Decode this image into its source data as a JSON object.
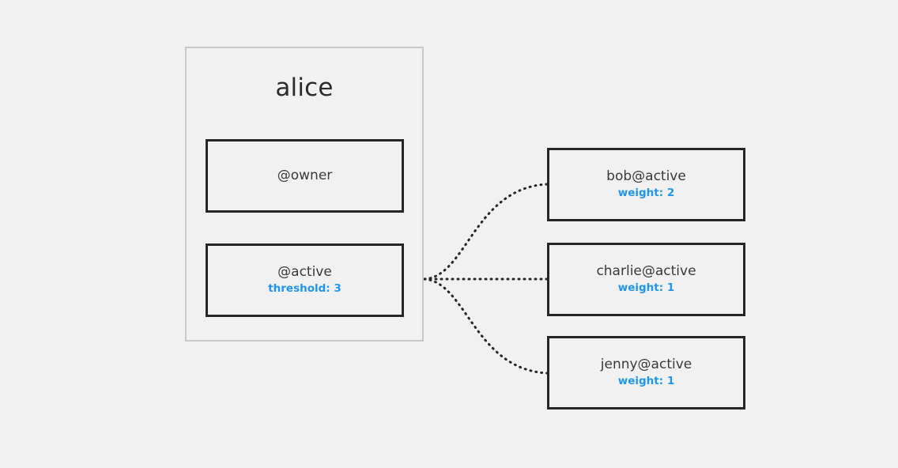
{
  "diagram": {
    "type": "permission-graph",
    "background_color": "#f1f1f1",
    "accent_color": "#1e96f0",
    "node_border_color": "#262626",
    "cluster_border_color": "#c8c8c8",
    "edge_style": "dotted"
  },
  "cluster": {
    "title": "alice",
    "permissions": [
      {
        "id": "owner",
        "label": "@owner",
        "meta": ""
      },
      {
        "id": "active",
        "label": "@active",
        "meta": "threshold: 3"
      }
    ]
  },
  "authorities": [
    {
      "id": "bob",
      "label": "bob@active",
      "meta": "weight: 2",
      "weight": 2
    },
    {
      "id": "charlie",
      "label": "charlie@active",
      "meta": "weight: 1",
      "weight": 1
    },
    {
      "id": "jenny",
      "label": "jenny@active",
      "meta": "weight: 1",
      "weight": 1
    }
  ],
  "edges": [
    {
      "from": "owner",
      "to": "active",
      "style": "dotted"
    },
    {
      "from": "active",
      "to": "bob",
      "style": "dotted"
    },
    {
      "from": "active",
      "to": "charlie",
      "style": "dotted"
    },
    {
      "from": "active",
      "to": "jenny",
      "style": "dotted"
    }
  ]
}
